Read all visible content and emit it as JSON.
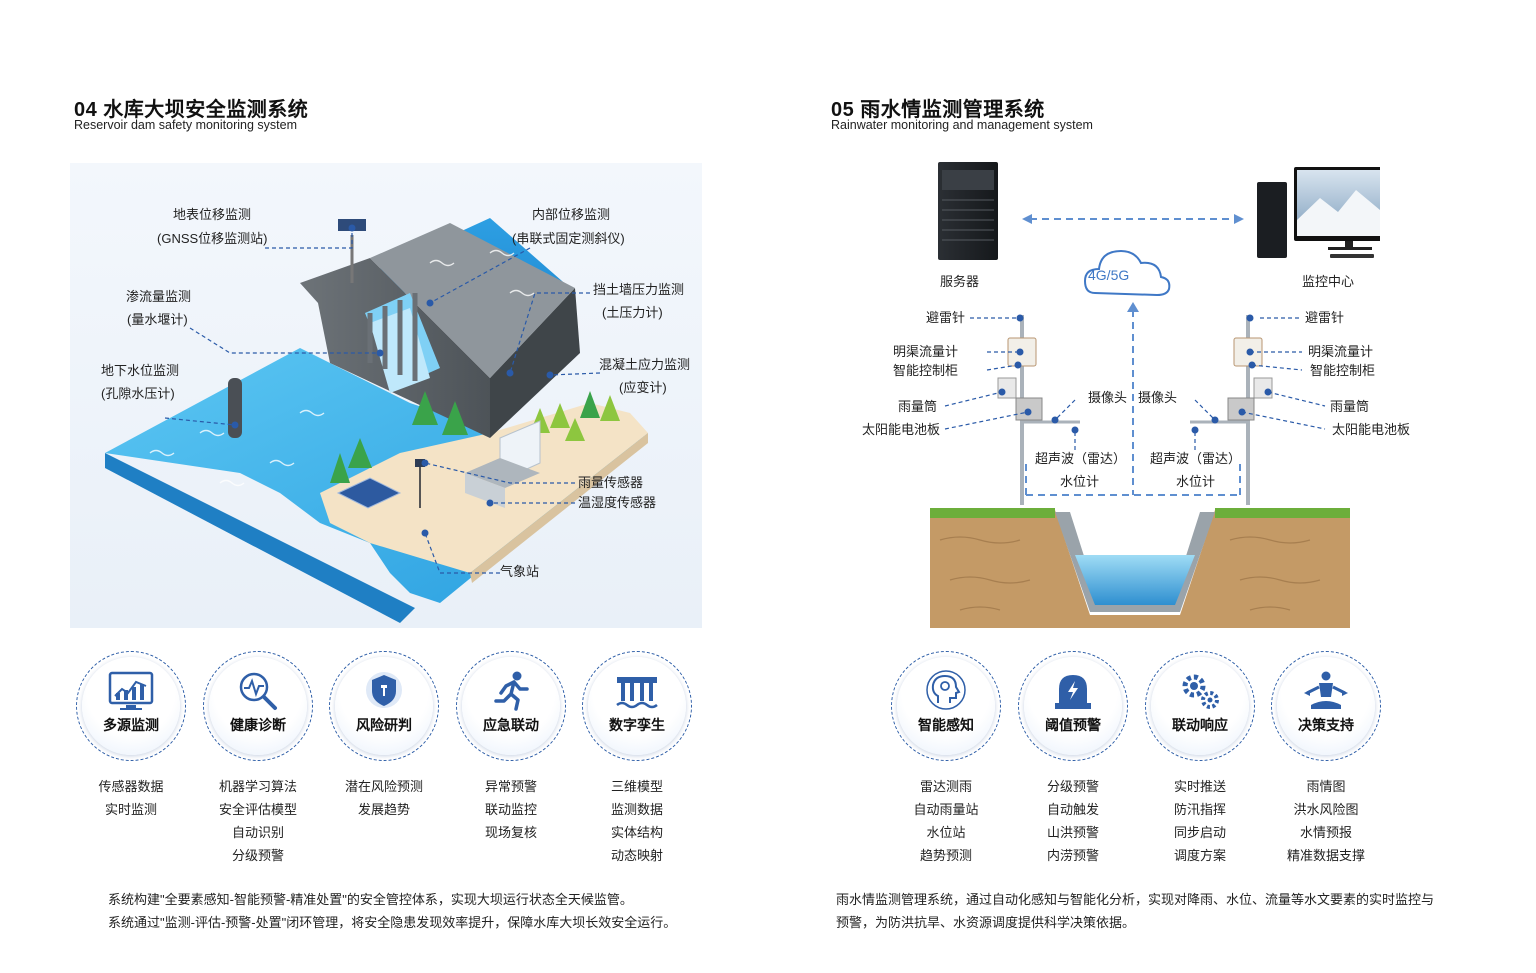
{
  "left": {
    "title": "04 水库大坝安全监测系统",
    "subtitle": "Reservoir dam safety monitoring system",
    "labels": {
      "gnss": "地表位移监测",
      "gnss_sub": "(GNSS位移监测站)",
      "inner_disp": "内部位移监测",
      "inner_disp_sub": "(串联式固定测斜仪)",
      "seepage": "渗流量监测",
      "seepage_sub": "(量水堰计)",
      "wall_pressure": "挡土墙压力监测",
      "wall_pressure_sub": "(土压力计)",
      "groundwater": "地下水位监测",
      "groundwater_sub": "(孔隙水压计)",
      "concrete": "混凝土应力监测",
      "concrete_sub": "(应变计)",
      "rain_sensor": "雨量传感器",
      "temp_sensor": "温湿度传感器",
      "weather": "气象站"
    },
    "features": [
      {
        "name": "多源监测",
        "icon": "monitor-chart-icon",
        "items": [
          "传感器数据",
          "实时监测"
        ]
      },
      {
        "name": "健康诊断",
        "icon": "magnifier-pulse-icon",
        "items": [
          "机器学习算法",
          "安全评估模型",
          "自动识别",
          "分级预警"
        ]
      },
      {
        "name": "风险研判",
        "icon": "shield-icon",
        "items": [
          "潜在风险预测",
          "发展趋势"
        ]
      },
      {
        "name": "应急联动",
        "icon": "running-person-icon",
        "items": [
          "异常预警",
          "联动监控",
          "现场复核"
        ]
      },
      {
        "name": "数字孪生",
        "icon": "dam-icon",
        "items": [
          "三维模型",
          "监测数据",
          "实体结构",
          "动态映射"
        ]
      }
    ],
    "paragraph": [
      "系统构建\"全要素感知-智能预警-精准处置\"的安全管控体系，实现大坝运行状态全天候监管。",
      "系统通过\"监测-评估-预警-处置\"闭环管理，将安全隐患发现效率提升，保障水库大坝长效安全运行。"
    ]
  },
  "right": {
    "title": "05 雨水情监测管理系统",
    "subtitle": "Rainwater monitoring and management system",
    "labels": {
      "server": "服务器",
      "monitor_center": "监控中心",
      "network": "4G/5G",
      "lightning_l": "避雷针",
      "lightning_r": "避雷针",
      "flow_l": "明渠流量计",
      "flow_r": "明渠流量计",
      "cabinet_l": "智能控制柜",
      "cabinet_r": "智能控制柜",
      "rain_l": "雨量筒",
      "rain_r": "雨量筒",
      "solar_l": "太阳能电池板",
      "solar_r": "太阳能电池板",
      "camera_l": "摄像头",
      "camera_r": "摄像头",
      "ultra_l": "超声波（雷达）",
      "ultra_l2": "水位计",
      "ultra_r": "超声波（雷达）",
      "ultra_r2": "水位计"
    },
    "features": [
      {
        "name": "智能感知",
        "icon": "ai-head-icon",
        "items": [
          "雷达测雨",
          "自动雨量站",
          "水位站",
          "趋势预测"
        ]
      },
      {
        "name": "阈值预警",
        "icon": "alarm-light-icon",
        "items": [
          "分级预警",
          "自动触发",
          "山洪预警",
          "内涝预警"
        ]
      },
      {
        "name": "联动响应",
        "icon": "gears-icon",
        "items": [
          "实时推送",
          "防汛指挥",
          "同步启动",
          "调度方案"
        ]
      },
      {
        "name": "决策支持",
        "icon": "decision-person-icon",
        "items": [
          "雨情图",
          "洪水风险图",
          "水情预报",
          "精准数据支撑"
        ]
      }
    ],
    "paragraph": [
      "雨水情监测管理系统，通过自动化感知与智能化分析，实现对降雨、水位、流量等水文要素的实时监控与",
      "预警，为防洪抗旱、水资源调度提供科学决策依据。"
    ]
  }
}
